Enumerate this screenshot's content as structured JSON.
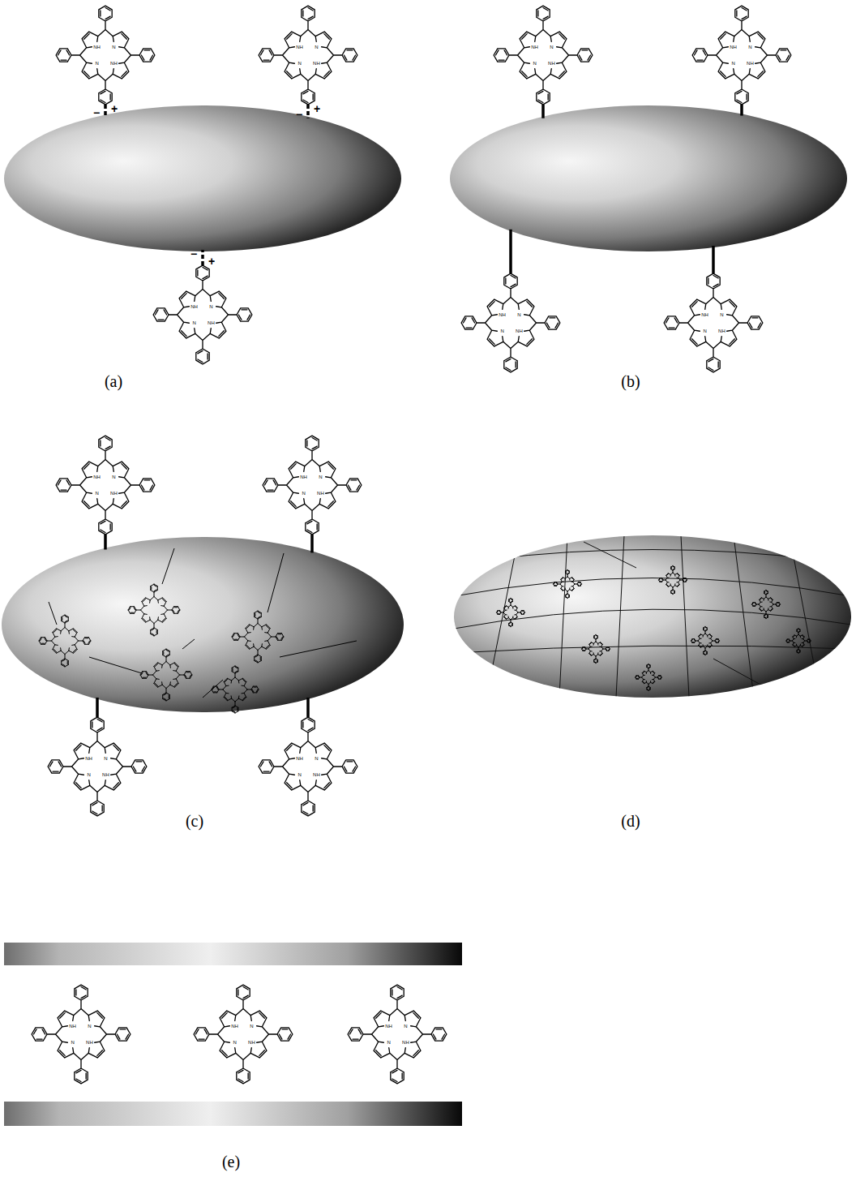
{
  "diagram": {
    "labels": [
      "(a)",
      "(b)",
      "(c)",
      "(d)",
      "(e)",
      "+",
      "−",
      "+",
      "−",
      "−",
      "+",
      "NH",
      "N",
      "N",
      "NH",
      "NH",
      "N",
      "N",
      "NH",
      "NH",
      "N",
      "N",
      "NH",
      "NH",
      "N",
      "N",
      "NH",
      "NH",
      "N",
      "N",
      "NH",
      "NH",
      "N",
      "N",
      "NH",
      "NH",
      "N",
      "N",
      "NH",
      "NH",
      "N",
      "N",
      "NH",
      "NH",
      "N",
      "N",
      "NH",
      "NH",
      "N",
      "N",
      "NH",
      "NH",
      "N",
      "N",
      "NH",
      "NH",
      "N",
      "N",
      "NH",
      "NH",
      "N",
      "N",
      "NH",
      "NH",
      "N",
      "N",
      "NH"
    ]
  }
}
